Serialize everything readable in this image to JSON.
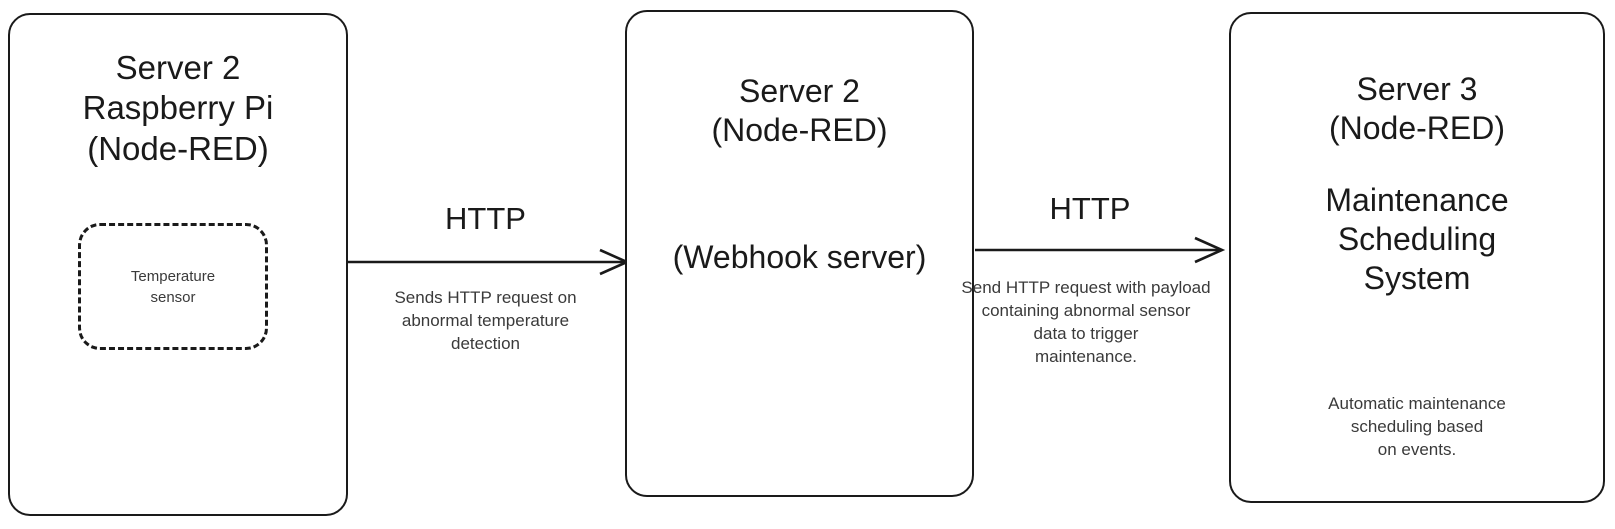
{
  "diagram": {
    "title": "Node-RED abnormal temperature to maintenance scheduling flow",
    "type": "flow-diagram",
    "background_color": "#ffffff",
    "stroke_color": "#1a1a1a",
    "text_color": "#1a1a1a",
    "muted_text_color": "#3a3a3a"
  },
  "nodes": [
    {
      "id": "server2-raspberry-pi",
      "title": "Server 2\nRaspberry Pi\n(Node-RED)",
      "border_style": "solid",
      "inner": {
        "id": "temperature-sensor",
        "label": "Temperature\nsensor",
        "border_style": "dashed"
      }
    },
    {
      "id": "server2-webhook",
      "title": "Server 2\n(Node-RED)",
      "subtitle": "(Webhook server)",
      "border_style": "solid"
    },
    {
      "id": "server3-maintenance",
      "title": "Server 3\n(Node-RED)",
      "subtitle": "Maintenance\nScheduling\nSystem",
      "caption": "Automatic maintenance\nscheduling based\non events.",
      "border_style": "solid"
    }
  ],
  "edges": [
    {
      "id": "edge-pi-to-webhook",
      "from": "server2-raspberry-pi",
      "to": "server2-webhook",
      "label": "HTTP",
      "description": "Sends HTTP request on\nabnormal temperature\ndetection",
      "direction": "right"
    },
    {
      "id": "edge-webhook-to-maintenance",
      "from": "server2-webhook",
      "to": "server3-maintenance",
      "label": "HTTP",
      "description": "Send HTTP request with payload\ncontaining abnormal sensor\ndata to trigger\nmaintenance.",
      "direction": "right"
    }
  ]
}
